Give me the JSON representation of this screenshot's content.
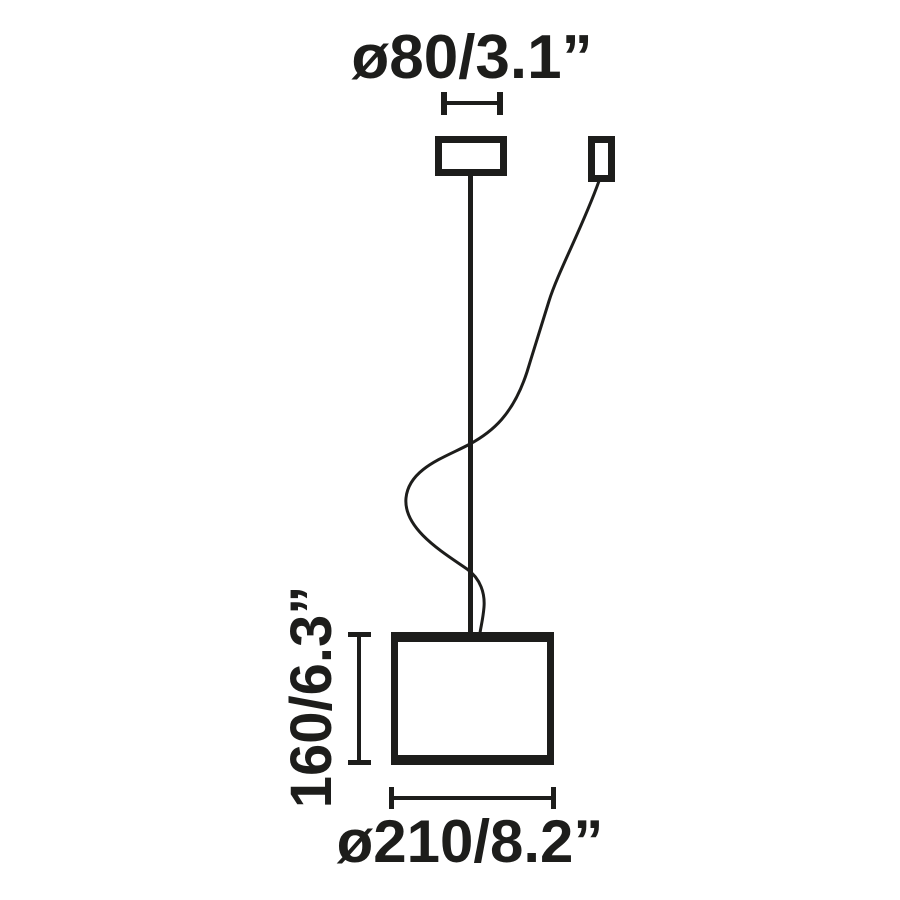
{
  "colors": {
    "ink": "#1d1d1b",
    "background": "#ffffff"
  },
  "diagram": {
    "labels": {
      "canopy_diameter": "ø80/3.1”",
      "shade_height": "160/6.3”",
      "shade_diameter": "ø210/8.2”"
    }
  }
}
